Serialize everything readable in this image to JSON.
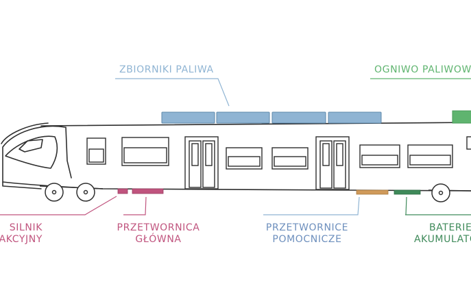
{
  "labels": {
    "fuel_tanks": "ZBIORNIKI PALIWA",
    "fuel_cell": "OGNIWO PALIWOWE",
    "traction_motor_line1": "SILNIK",
    "traction_motor_line2": "TRAKCYJNY",
    "main_converter_line1": "PRZETWORNICA",
    "main_converter_line2": "GŁÓWNA",
    "aux_converters_line1": "PRZETWORNICE",
    "aux_converters_line2": "POMOCNICZE",
    "batteries_line1": "BATERIE/",
    "batteries_line2": "AKUMULATORY"
  },
  "colors": {
    "fuel_tanks": "#8fb4d3",
    "fuel_cell": "#5fb46f",
    "traction_motor": "#c0547e",
    "main_converter": "#c0547e",
    "aux_converters": "#d09a5a",
    "batteries": "#3f8a5a",
    "aux_label": "#6d8fbd",
    "outline": "#2e2e2e"
  }
}
